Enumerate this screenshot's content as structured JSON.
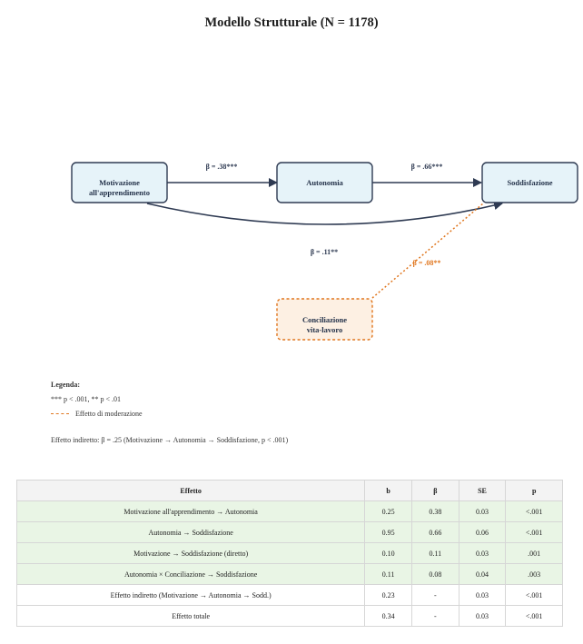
{
  "title": "Modello Strutturale (N = 1178)",
  "nodes": {
    "motivazione": [
      "Motivazione",
      "all'apprendimento"
    ],
    "autonomia": [
      "Autonomia"
    ],
    "soddisfazione": [
      "Soddisfazione"
    ],
    "conciliazione": [
      "Conciliazione",
      "vita-lavoro"
    ]
  },
  "paths": {
    "motivazione_autonomia": "β = .38***",
    "autonomia_soddisfazione": "β = .66***",
    "motivazione_soddisfazione": "β = .11**",
    "moderazione": "β = .08**"
  },
  "colors": {
    "node_fill": "#e6f3f9",
    "node_stroke": "#2e3a52",
    "moderator_fill": "#fdf0e3",
    "moderator_stroke": "#e0761e",
    "highlight_row": "#e9f5e5"
  },
  "legend": {
    "title": "Legenda:",
    "significance": "*** p < .001, ** p < .01",
    "moderation": "Effetto di moderazione"
  },
  "indirect_effect": "Effetto indiretto: β = .25 (Motivazione → Autonomia → Soddisfazione, p < .001)",
  "table": {
    "headers": [
      "Effetto",
      "b",
      "β",
      "SE",
      "p"
    ],
    "rows": [
      {
        "cells": [
          "Motivazione all'apprendimento → Autonomia",
          "0.25",
          "0.38",
          "0.03",
          "<.001"
        ],
        "highlight": true
      },
      {
        "cells": [
          "Autonomia → Soddisfazione",
          "0.95",
          "0.66",
          "0.06",
          "<.001"
        ],
        "highlight": true
      },
      {
        "cells": [
          "Motivazione → Soddisfazione (diretto)",
          "0.10",
          "0.11",
          "0.03",
          ".001"
        ],
        "highlight": true
      },
      {
        "cells": [
          "Autonomia × Conciliazione → Soddisfazione",
          "0.11",
          "0.08",
          "0.04",
          ".003"
        ],
        "highlight": true
      },
      {
        "cells": [
          "Effetto indiretto (Motivazione → Autonomia → Sodd.)",
          "0.23",
          "-",
          "0.03",
          "<.001"
        ],
        "highlight": false
      },
      {
        "cells": [
          "Effetto totale",
          "0.34",
          "-",
          "0.03",
          "<.001"
        ],
        "highlight": false
      }
    ]
  }
}
